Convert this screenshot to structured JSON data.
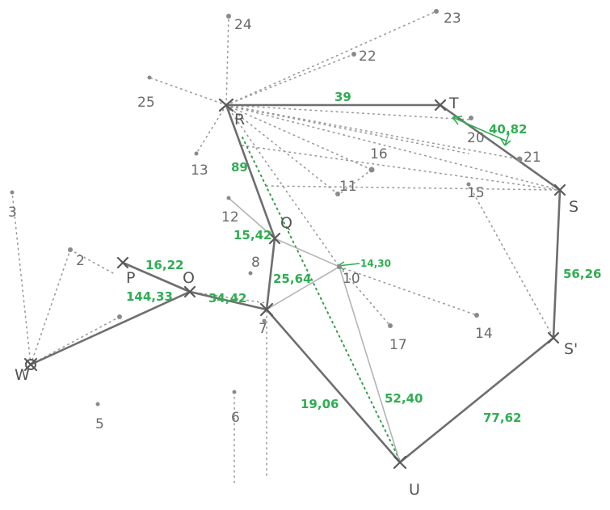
{
  "colors": {
    "edge_main": "#6e6e6e",
    "edge_thin": "#b4b4b4",
    "dotted": "#9a9a9a",
    "dotted_green": "#2e9e48",
    "point": "#8a8a8a",
    "weight_text": "#2fae52",
    "label_text": "#6a6a6a"
  },
  "point_labels": {
    "p3": "3",
    "p2": "2",
    "p5": "5",
    "p6": "6",
    "p7": "7",
    "p8": "8",
    "p10": "10",
    "p11": "11",
    "p12": "12",
    "p13": "13",
    "p14": "14",
    "p15": "15",
    "p16": "16",
    "p17": "17",
    "p20": "20",
    "p21": "21",
    "p22": "22",
    "p23": "23",
    "p24": "24",
    "p25": "25"
  },
  "node_labels": {
    "R": "R",
    "Q": "Q",
    "O": "O",
    "P": "P",
    "S": "S",
    "S2": "S'",
    "T": "T",
    "U": "U",
    "W": "W"
  },
  "weights": {
    "RT": "39",
    "TS_right": "40,82",
    "O_P": "16,22",
    "W_O": "144,33",
    "O_T": "34,42",
    "R_Q": "89",
    "Q_12": "15,42",
    "Q_T": "25,64",
    "Q_10": "14,30",
    "S_S2": "56,26",
    "T_U": "19,06",
    "10_U": "52,40",
    "S2_U": "77,62"
  }
}
